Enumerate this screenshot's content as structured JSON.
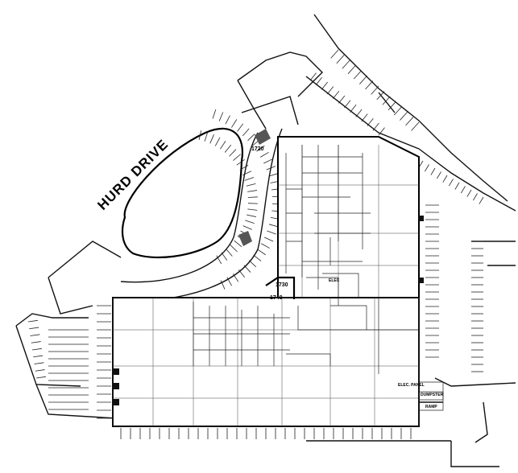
{
  "street_name": "HURD DRIVE",
  "units": {
    "u1720": "1720",
    "u1730": "1730",
    "u1740": "1740"
  },
  "labels": {
    "elec_room": "ELEC",
    "elec_panel": "ELEC. PANEL",
    "dumpster": "DUMPSTER",
    "ramp": "RAMP"
  }
}
